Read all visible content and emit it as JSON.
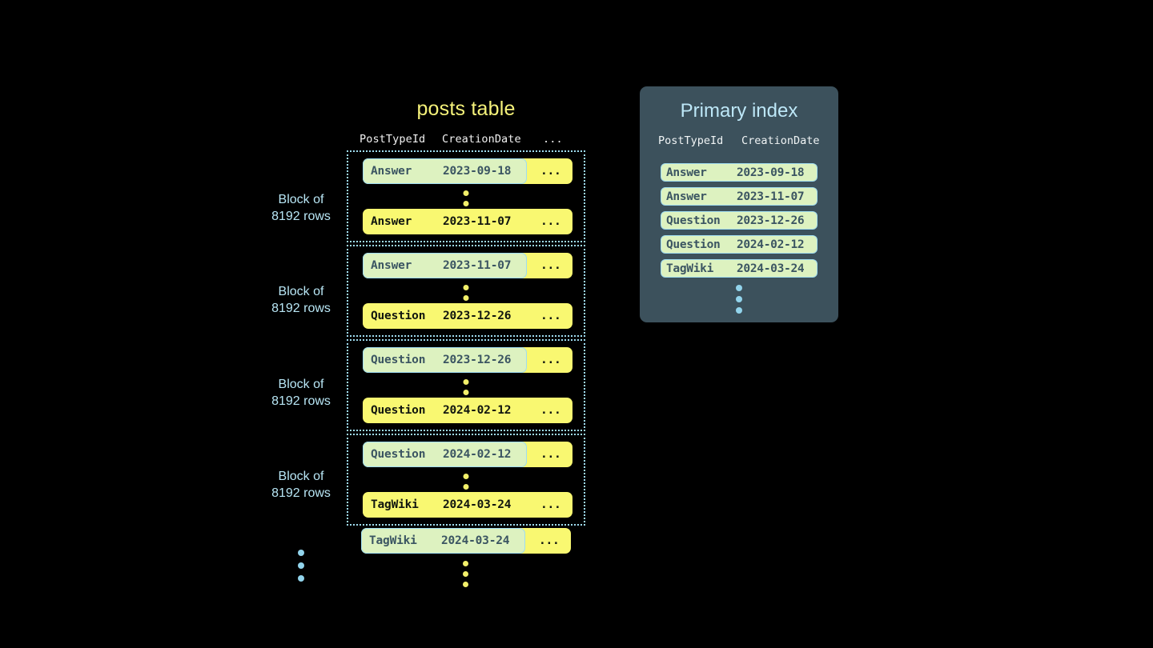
{
  "posts_table": {
    "title": "posts table",
    "columns": [
      "PostTypeId",
      "CreationDate",
      "..."
    ],
    "block_label": "Block of\n8192 rows",
    "ellipsis_glyph": "...",
    "blocks": [
      {
        "label": "Block of\n8192 rows",
        "first_row": {
          "type": "Answer",
          "date": "2023-09-18",
          "etc": "...",
          "highlighted": true
        },
        "last_row": {
          "type": "Answer",
          "date": "2023-11-07",
          "etc": "...",
          "highlighted": false
        }
      },
      {
        "label": "Block of\n8192 rows",
        "first_row": {
          "type": "Answer",
          "date": "2023-11-07",
          "etc": "...",
          "highlighted": true
        },
        "last_row": {
          "type": "Question",
          "date": "2023-12-26",
          "etc": "...",
          "highlighted": false
        }
      },
      {
        "label": "Block of\n8192 rows",
        "first_row": {
          "type": "Question",
          "date": "2023-12-26",
          "etc": "...",
          "highlighted": true
        },
        "last_row": {
          "type": "Question",
          "date": "2024-02-12",
          "etc": "...",
          "highlighted": false
        }
      },
      {
        "label": "Block of\n8192 rows",
        "first_row": {
          "type": "Question",
          "date": "2024-02-12",
          "etc": "...",
          "highlighted": true
        },
        "last_row": {
          "type": "TagWiki",
          "date": "2024-03-24",
          "etc": "...",
          "highlighted": false
        }
      }
    ],
    "tail_row": {
      "type": "TagWiki",
      "date": "2024-03-24",
      "etc": "...",
      "highlighted": true
    }
  },
  "primary_index": {
    "title": "Primary index",
    "columns": [
      "PostTypeId",
      "CreationDate"
    ],
    "rows": [
      {
        "type": "Answer",
        "date": "2023-09-18"
      },
      {
        "type": "Answer",
        "date": "2023-11-07"
      },
      {
        "type": "Question",
        "date": "2023-12-26"
      },
      {
        "type": "Question",
        "date": "2024-02-12"
      },
      {
        "type": "TagWiki",
        "date": "2024-03-24"
      }
    ]
  },
  "colors": {
    "background": "#000000",
    "row_yellow": "#f9f871",
    "highlight_green": "#ddf2c0",
    "highlight_border": "#9fdcf0",
    "accent_blue": "#92d4ec",
    "title_yellow": "#f5f27a",
    "panel_slate": "#3c515c",
    "index_title_blue": "#bde7f7",
    "dot_yellow": "#f2ef6a"
  }
}
